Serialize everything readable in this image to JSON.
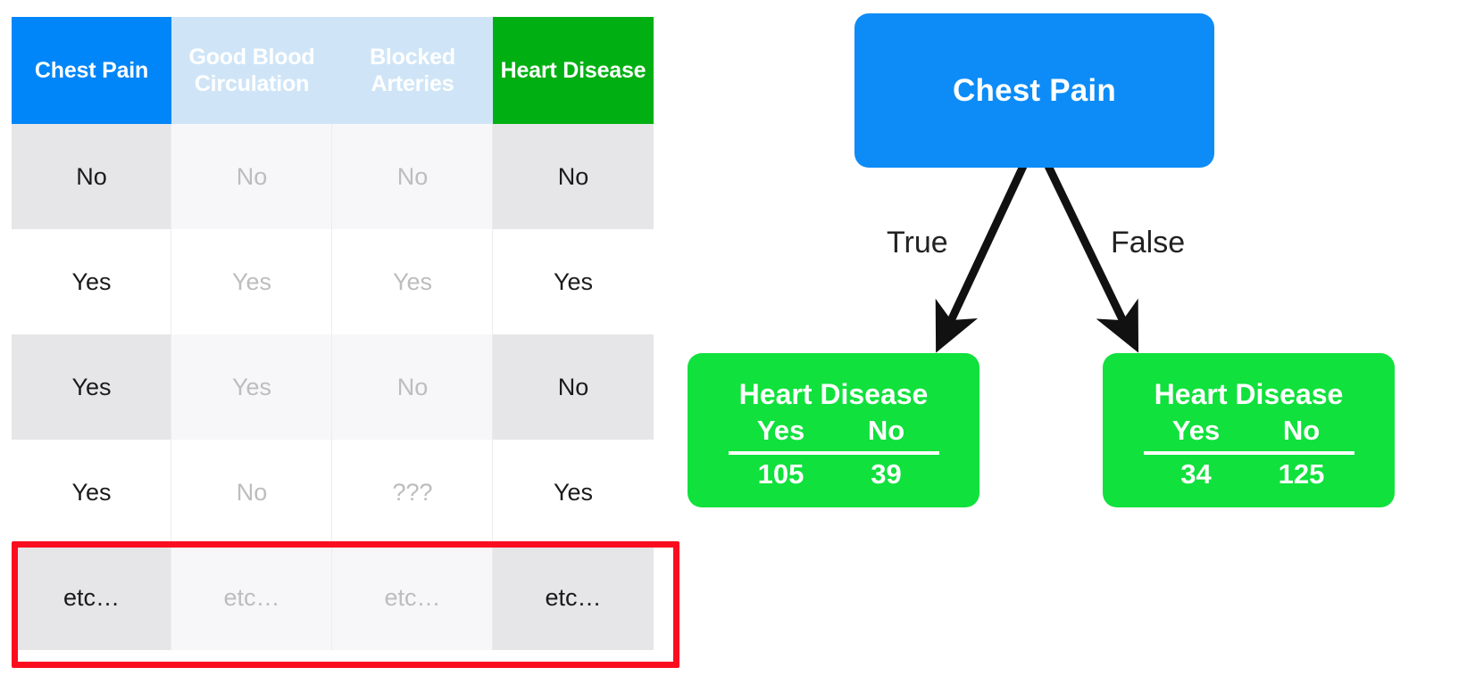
{
  "table": {
    "headers": [
      {
        "label": "Chest Pain",
        "style": "chest"
      },
      {
        "label": "Good Blood Circulation",
        "style": "mid"
      },
      {
        "label": "Blocked Arteries",
        "style": "mid"
      },
      {
        "label": "Heart Disease",
        "style": "heart"
      }
    ],
    "rows": [
      {
        "cells": [
          "No",
          "No",
          "No",
          "No"
        ],
        "shaded": true,
        "highlighted": false
      },
      {
        "cells": [
          "Yes",
          "Yes",
          "Yes",
          "Yes"
        ],
        "shaded": false,
        "highlighted": false
      },
      {
        "cells": [
          "Yes",
          "Yes",
          "No",
          "No"
        ],
        "shaded": true,
        "highlighted": false
      },
      {
        "cells": [
          "Yes",
          "No",
          "???",
          "Yes"
        ],
        "shaded": false,
        "highlighted": false
      },
      {
        "cells": [
          "etc…",
          "etc…",
          "etc…",
          "etc…"
        ],
        "shaded": true,
        "highlighted": true
      }
    ],
    "highlight_color": "#fb0d20"
  },
  "tree": {
    "root": {
      "label": "Chest Pain",
      "color": "#0d8cf7"
    },
    "edges": [
      {
        "label": "True",
        "side": "left"
      },
      {
        "label": "False",
        "side": "right"
      }
    ],
    "leaves": [
      {
        "title": "Heart Disease",
        "col_labels": [
          "Yes",
          "No"
        ],
        "values": [
          "105",
          "39"
        ],
        "color": "#10e13c"
      },
      {
        "title": "Heart Disease",
        "col_labels": [
          "Yes",
          "No"
        ],
        "values": [
          "34",
          "125"
        ],
        "color": "#10e13c"
      }
    ]
  },
  "colors": {
    "header_blue": "#0086f8",
    "header_light_blue": "#cfe5f7",
    "header_green": "#00b012",
    "leaf_green": "#10e13c",
    "root_blue": "#0d8cf7",
    "highlight_red": "#fb0d20",
    "row_shade": "#e6e5e8",
    "row_shade_faded": "#f7f6f8"
  }
}
